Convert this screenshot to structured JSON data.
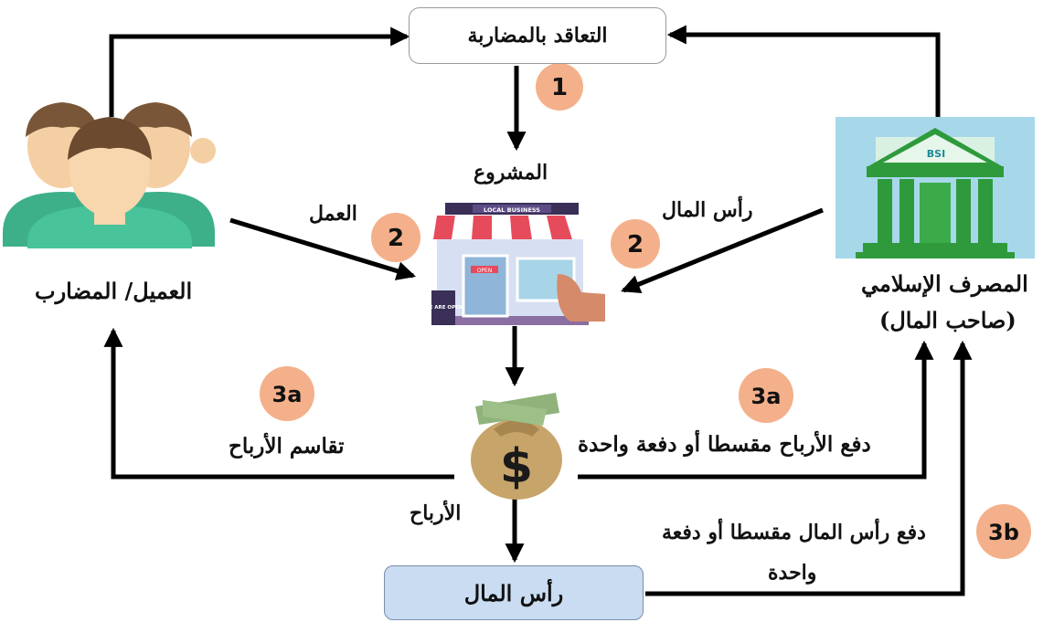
{
  "nodes": {
    "contract": "التعاقد بالمضاربة",
    "project": "المشروع",
    "client": "العميل/ المضارب",
    "bank_name": "المصرف الإسلامي",
    "bank_role": "(صاحب المال)",
    "capital": "رأس المال"
  },
  "edge_labels": {
    "work": "العمل",
    "capital_in": "رأس المال",
    "profit_sharing": "تقاسم الأرباح",
    "profit_payment": "دفع الأرباح مقسطا أو دفعة واحدة",
    "profits": "الأرباح",
    "capital_payment_line1": "دفع رأس المال مقسطا أو دفعة",
    "capital_payment_line2": "واحدة"
  },
  "steps": {
    "step1": "1",
    "step2_left": "2",
    "step2_right": "2",
    "step3a_left": "3a",
    "step3a_right": "3a",
    "step3b": "3b"
  },
  "images": {
    "shop_sign": "LOCAL BUSINESS",
    "shop_door_sign": "OPEN",
    "shop_board": "WE ARE OPEN",
    "bank_logo": "BSI",
    "money_symbol": "$"
  },
  "colors": {
    "badge": "#f4b08a",
    "capital_box": "#c9dcf1",
    "people_green": "#3db08a",
    "bank_green": "#2e9a3c",
    "bank_bg": "#a6d8ea",
    "arrow": "#000000"
  }
}
